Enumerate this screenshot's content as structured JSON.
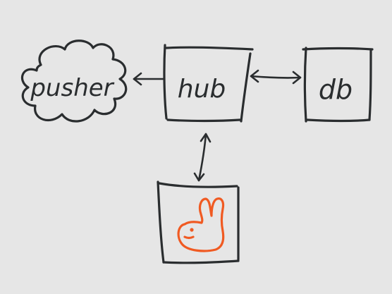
{
  "nodes": {
    "pusher": {
      "label": "pusher"
    },
    "hub": {
      "label": "hub"
    },
    "db": {
      "label": "db"
    },
    "rabbit": {
      "icon": "rabbit-icon"
    }
  },
  "edges": [
    {
      "from": "hub",
      "to": "pusher",
      "direction": "forward"
    },
    {
      "from": "hub",
      "to": "db",
      "direction": "both"
    },
    {
      "from": "hub",
      "to": "rabbit",
      "direction": "both"
    }
  ],
  "colors": {
    "background": "#e6e6e6",
    "ink": "#2a2d2f",
    "accent": "#f05a22"
  }
}
